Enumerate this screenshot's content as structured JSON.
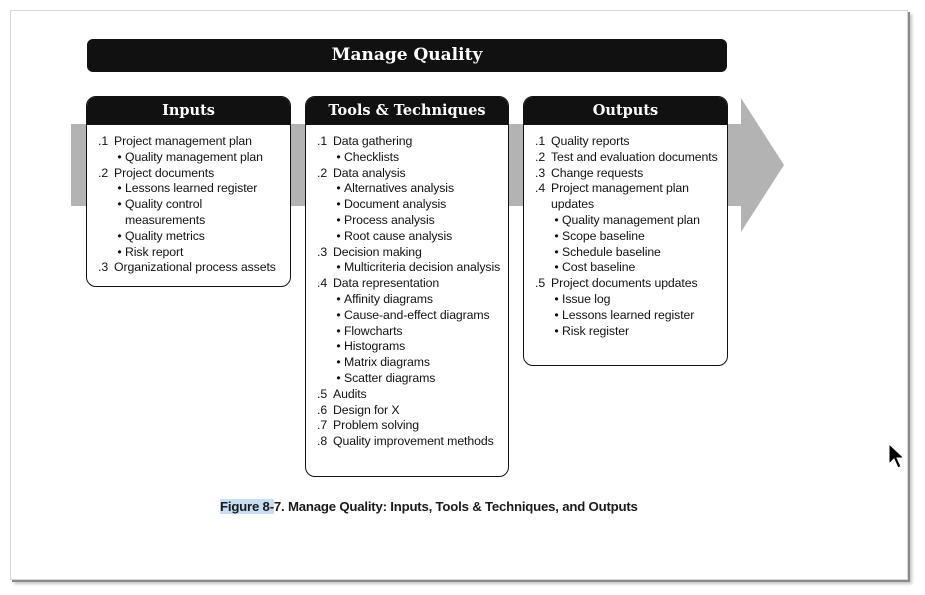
{
  "title": "Manage Quality",
  "columns": [
    {
      "heading": "Inputs",
      "items": [
        {
          "num": ".1",
          "text": "Project management plan",
          "subs": [
            "Quality management plan"
          ]
        },
        {
          "num": ".2",
          "text": "Project documents",
          "subs": [
            "Lessons learned register",
            "Quality control measurements",
            "Quality metrics",
            "Risk report"
          ]
        },
        {
          "num": ".3",
          "text": "Organizational process assets",
          "subs": []
        }
      ]
    },
    {
      "heading": "Tools & Techniques",
      "items": [
        {
          "num": ".1",
          "text": "Data gathering",
          "subs": [
            "Checklists"
          ]
        },
        {
          "num": ".2",
          "text": "Data analysis",
          "subs": [
            "Alternatives analysis",
            "Document analysis",
            "Process analysis",
            "Root cause analysis"
          ]
        },
        {
          "num": ".3",
          "text": "Decision making",
          "subs": [
            "Multicriteria decision analysis"
          ]
        },
        {
          "num": ".4",
          "text": "Data representation",
          "subs": [
            "Affinity diagrams",
            "Cause-and-effect diagrams",
            "Flowcharts",
            "Histograms",
            "Matrix diagrams",
            "Scatter diagrams"
          ]
        },
        {
          "num": ".5",
          "text": "Audits",
          "subs": []
        },
        {
          "num": ".6",
          "text": "Design for X",
          "subs": []
        },
        {
          "num": ".7",
          "text": "Problem solving",
          "subs": []
        },
        {
          "num": ".8",
          "text": "Quality improvement methods",
          "subs": []
        }
      ]
    },
    {
      "heading": "Outputs",
      "items": [
        {
          "num": ".1",
          "text": "Quality reports",
          "subs": []
        },
        {
          "num": ".2",
          "text": "Test and evaluation documents",
          "subs": []
        },
        {
          "num": ".3",
          "text": "Change requests",
          "subs": []
        },
        {
          "num": ".4",
          "text": "Project management plan updates",
          "subs": [
            "Quality management plan",
            "Scope baseline",
            "Schedule baseline",
            "Cost baseline"
          ]
        },
        {
          "num": ".5",
          "text": "Project documents updates",
          "subs": [
            "Issue log",
            "Lessons learned register",
            "Risk register"
          ]
        }
      ]
    }
  ],
  "caption": {
    "highlighted": "Figure 8-",
    "rest": "7. Manage Quality: Inputs, Tools & Techniques, and Outputs"
  },
  "bullet_char": "•",
  "colors": {
    "header_bg": "#111111",
    "arrow": "#b3b3b3",
    "caption_highlight": "#c9def5"
  }
}
